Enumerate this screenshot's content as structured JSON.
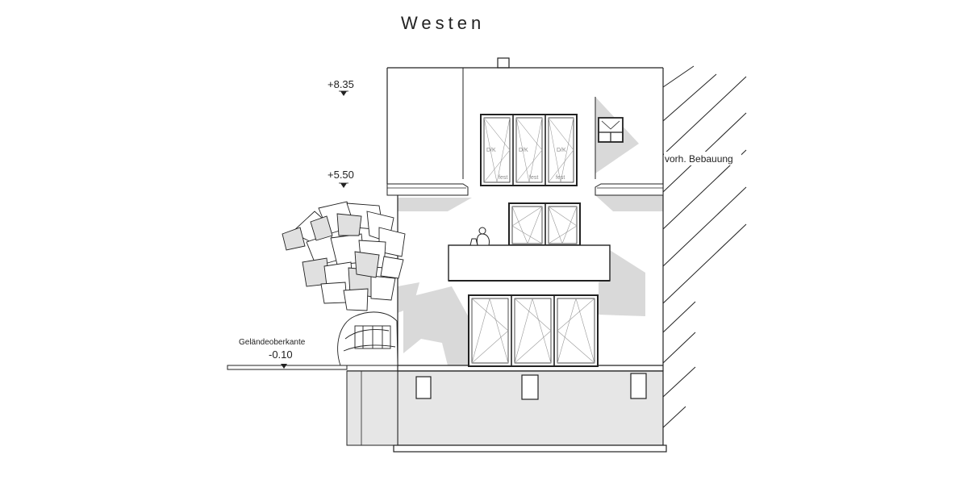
{
  "title": "Westen",
  "levels": {
    "ridge": "+8.35",
    "eaves": "+5.50",
    "ground": "-0.10"
  },
  "ground_label": "Geländeoberkante",
  "neighbor_label": "vorh. Bebauung",
  "window_labels": {
    "dk": "D/K",
    "fest": "fest"
  },
  "colors": {
    "line": "#222222",
    "shadow": "#d9d9d9",
    "basement": "#e6e6e6"
  }
}
